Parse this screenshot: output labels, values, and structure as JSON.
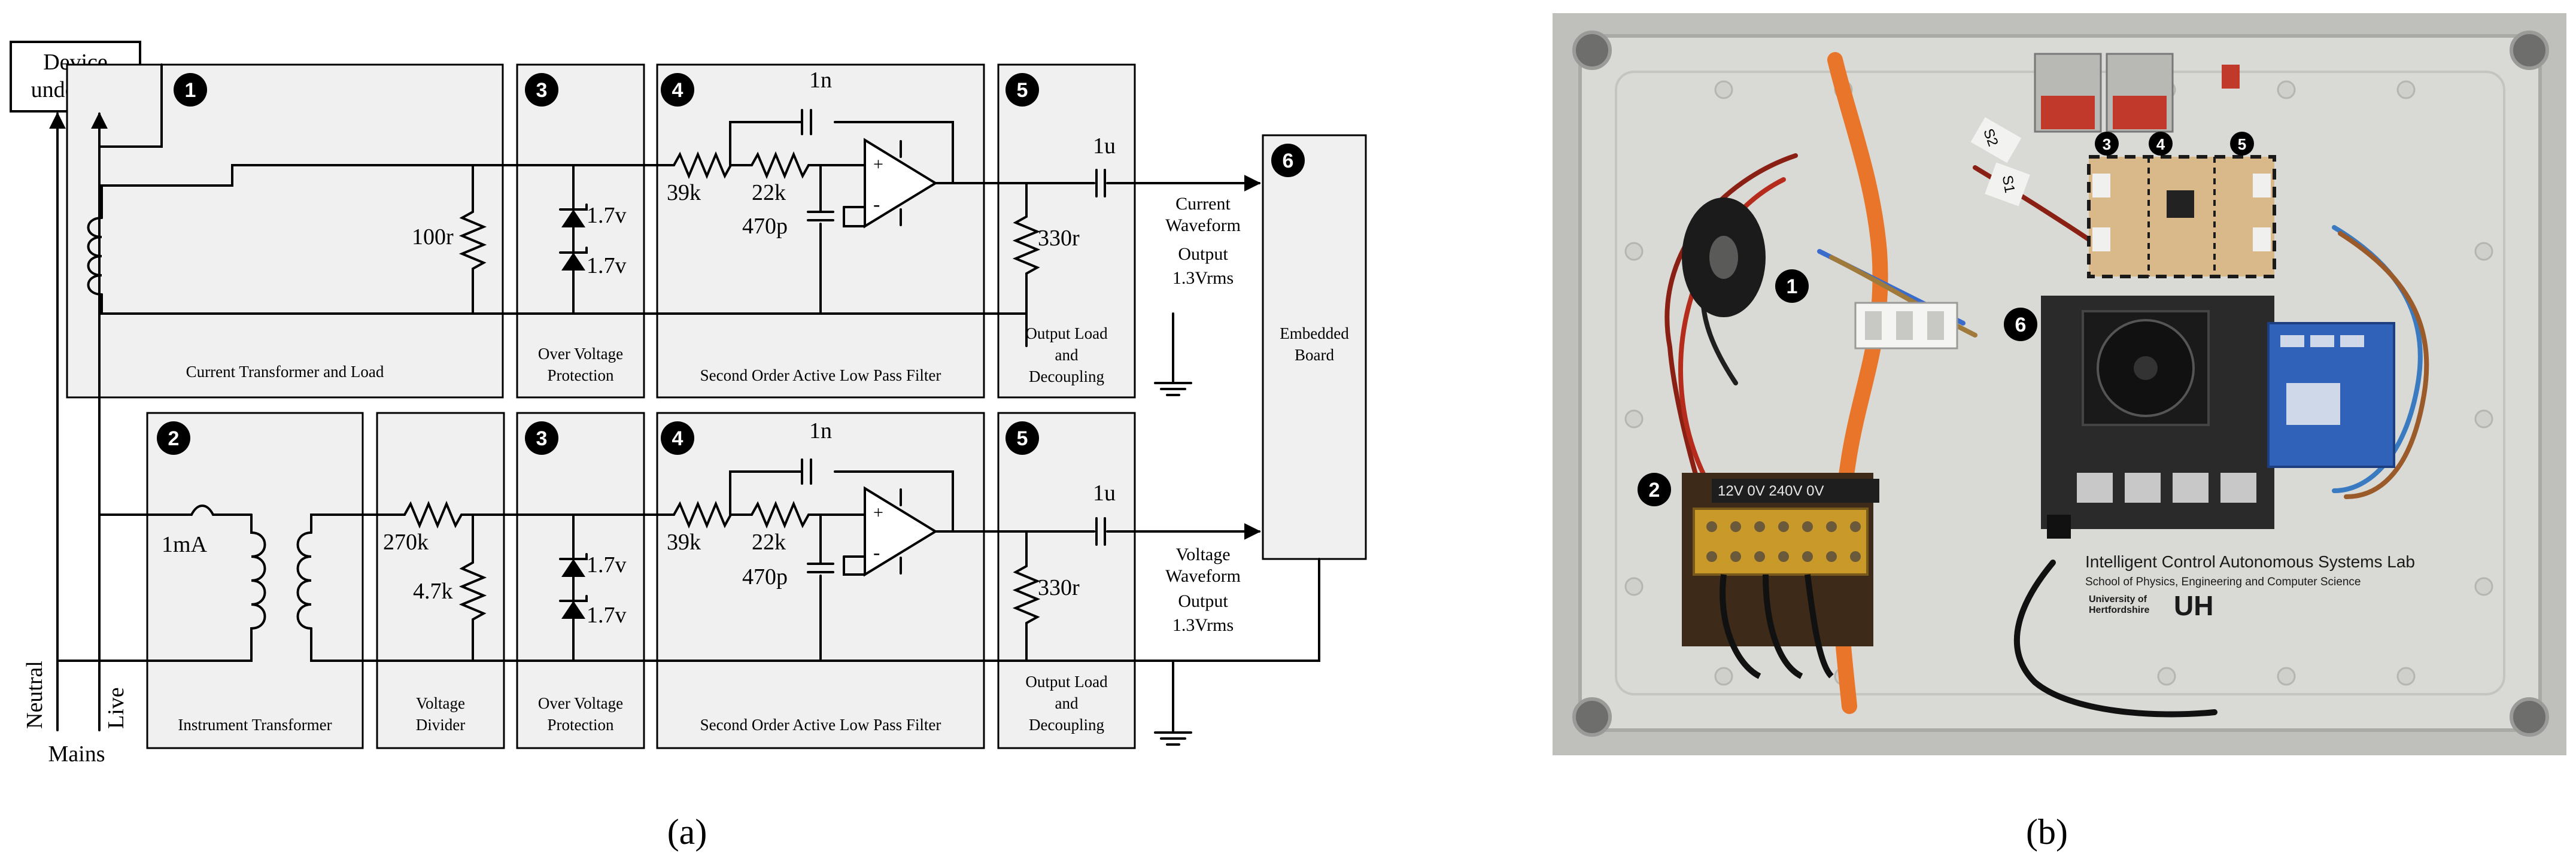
{
  "panel_a": {
    "device_label": [
      "Device",
      "under test"
    ],
    "mains": {
      "neutral": "Neutral",
      "live": "Live",
      "title": "Mains"
    },
    "top_chain": {
      "blocks": [
        {
          "num": "1",
          "caption": "Current Transformer and Load"
        },
        {
          "num": "3",
          "caption": [
            "Over Voltage",
            "Protection"
          ]
        },
        {
          "num": "4",
          "caption": "Second Order Active Low Pass Filter"
        },
        {
          "num": "5",
          "caption": [
            "Output Load",
            "and",
            "Decoupling"
          ]
        }
      ],
      "components": {
        "load_resistor": "100r",
        "zener1": "1.7v",
        "zener2": "1.7v",
        "r1": "39k",
        "r2": "22k",
        "c_feedback": "1n",
        "c_ground": "470p",
        "r_out": "330r",
        "c_out": "1u"
      },
      "output_label": [
        "Current",
        "Waveform",
        "Output",
        "1.3Vrms"
      ]
    },
    "bottom_chain": {
      "blocks": [
        {
          "num": "2",
          "caption": "Instrument Transformer"
        },
        {
          "num": "",
          "caption": [
            "Voltage",
            "Divider"
          ]
        },
        {
          "num": "3",
          "caption": [
            "Over Voltage",
            "Protection"
          ]
        },
        {
          "num": "4",
          "caption": "Second Order Active Low Pass Filter"
        },
        {
          "num": "5",
          "caption": [
            "Output Load",
            "and",
            "Decoupling"
          ]
        }
      ],
      "components": {
        "fuse": "1mA",
        "divider_top": "270k",
        "divider_bottom": "4.7k",
        "zener1": "1.7v",
        "zener2": "1.7v",
        "r1": "39k",
        "r2": "22k",
        "c_feedback": "1n",
        "c_ground": "470p",
        "r_out": "330r",
        "c_out": "1u"
      },
      "output_label": [
        "Voltage",
        "Waveform",
        "Output",
        "1.3Vrms"
      ]
    },
    "embedded": {
      "num": "6",
      "caption": [
        "Embedded",
        "Board"
      ]
    },
    "panel_label": "(a)"
  },
  "panel_b": {
    "markers": [
      "1",
      "2",
      "3",
      "4",
      "5",
      "6"
    ],
    "transformer_text": "12V 0V 240V 0V",
    "wire_tags": [
      "S1",
      "S2"
    ],
    "lab_title": "Intelligent Control Autonomous Systems Lab",
    "lab_subtitle": "School of Physics, Engineering and Computer Science",
    "uni_small": [
      "University of",
      "Hertfordshire"
    ],
    "uni_logo": "UH",
    "panel_label": "(b)"
  },
  "colors": {
    "block_fill": "#f0f0f0",
    "line": "#000000",
    "enclosure": "#d6d6d2",
    "orange_conduit": "#e8752a",
    "pcb": "#d9b98a"
  }
}
